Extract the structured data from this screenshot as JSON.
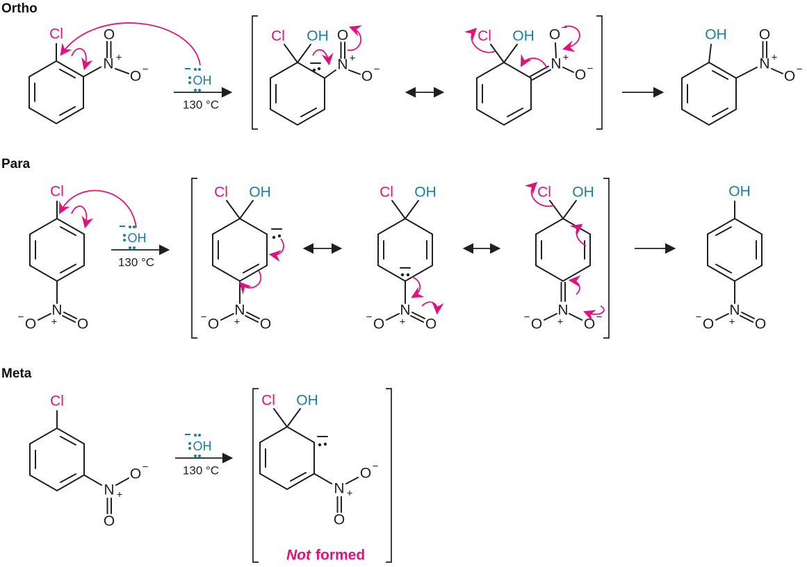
{
  "rows": {
    "ortho": "Ortho",
    "para": "Para",
    "meta": "Meta"
  },
  "reagent": {
    "hydroxide": "OH",
    "temperature": "130 °C",
    "charge": "−"
  },
  "atoms": {
    "chlorine": "Cl",
    "hydroxyl": "OH",
    "nitrogen": "N",
    "oxygen": "O",
    "plus": "+",
    "minus": "−"
  },
  "captions": {
    "not_italic": "Not",
    "not_rest": "formed"
  },
  "colors": {
    "pink": "#e0127e",
    "teal": "#17809f",
    "line": "#1f1f1f",
    "background": "#ffffff"
  },
  "scheme": {
    "description_rows": [
      "Ortho",
      "Para",
      "Meta"
    ],
    "conditions": "130 °C",
    "nucleophile": "hydroxide",
    "meta_outcome": "Not formed"
  }
}
